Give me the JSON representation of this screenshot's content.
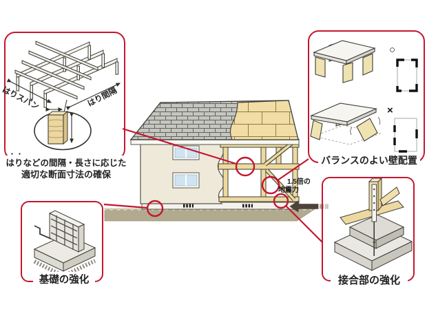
{
  "callout_beam": {
    "caption_line1": "はりなどの間隔・長さに応じた",
    "caption_line2": "適切な断面寸法の確保",
    "emphasis_dots": "・・",
    "label_left": "はりスパン",
    "label_right": "はり間隔"
  },
  "callout_balance": {
    "caption": "バランスのよい壁配置",
    "good_mark": "○",
    "bad_mark": "×"
  },
  "callout_foundation": {
    "caption": "基礎の強化"
  },
  "callout_joint": {
    "caption": "接合部の強化"
  },
  "seismic": {
    "line1": "1.5倍の",
    "line2": "地震力"
  },
  "colors": {
    "accent_red": "#c3162f",
    "frame_wood": "#eeda9e",
    "roof_sheathing": "#f2dda4",
    "wall_cream": "#efe9d9",
    "roof_shingle_gray": "#c6c6c0",
    "ground_tan": "#b2aa8f",
    "window_blue": "#cfe4f0",
    "arrow_dark": "#4f4339"
  }
}
